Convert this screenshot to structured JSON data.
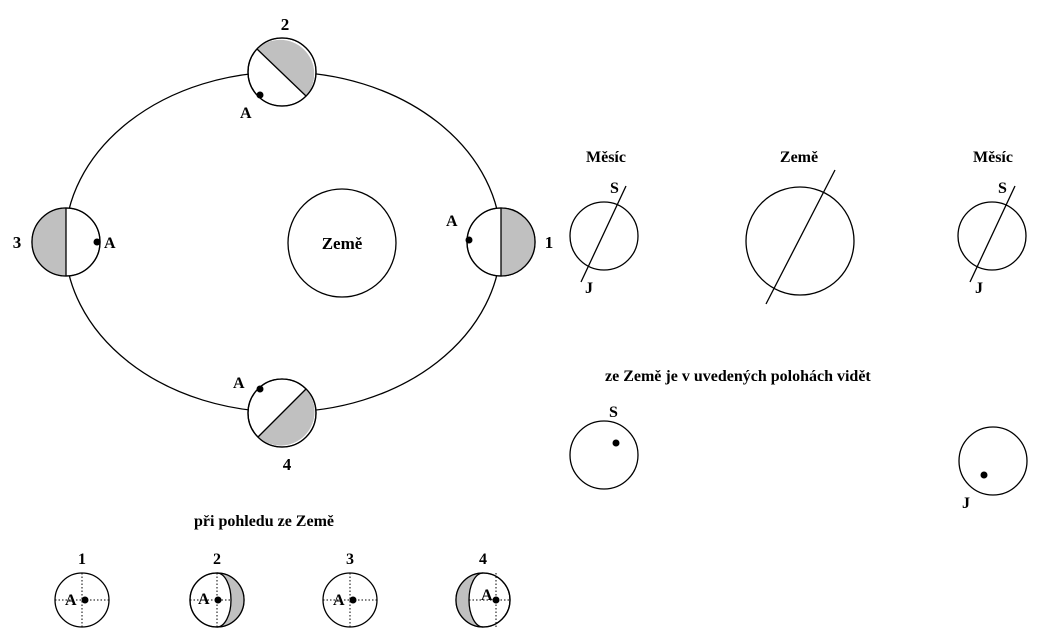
{
  "orbit": {
    "center_label": "Země",
    "position_labels": [
      "1",
      "2",
      "3",
      "4"
    ],
    "point_label": "A"
  },
  "axes": {
    "moon_left_title": "Měsíc",
    "earth_title": "Země",
    "moon_right_title": "Měsíc",
    "north_label": "S",
    "south_label": "J"
  },
  "visible_from_earth": {
    "caption": "ze Země je v uvedených polohách vidět",
    "north_label": "S",
    "south_label": "J"
  },
  "view_from_earth": {
    "caption": "při pohledu ze Země",
    "phase_labels": [
      "1",
      "2",
      "3",
      "4"
    ],
    "point_label": "A"
  },
  "colors": {
    "shade": "#c0c0c0",
    "line": "#000000",
    "background": "#ffffff"
  }
}
